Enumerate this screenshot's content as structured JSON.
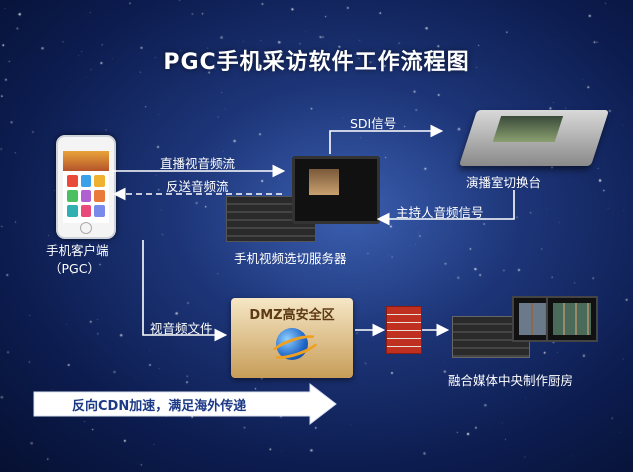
{
  "title": "PGC手机采访软件工作流程图",
  "nodes": {
    "phone_label_1": "手机客户端",
    "phone_label_2": "（PGC）",
    "server_label": "手机视频选切服务器",
    "switcher_label": "演播室切换台",
    "dmz_label": "DMZ高安全区",
    "media_center_label": "融合媒体中央制作厨房"
  },
  "edges": {
    "live_av": "直播视音频流",
    "return_audio": "反送音频流",
    "sdi_signal": "SDI信号",
    "host_audio": "主持人音频信号",
    "av_file": "视音频文件"
  },
  "banner": "反向CDN加速，满足海外传递"
}
